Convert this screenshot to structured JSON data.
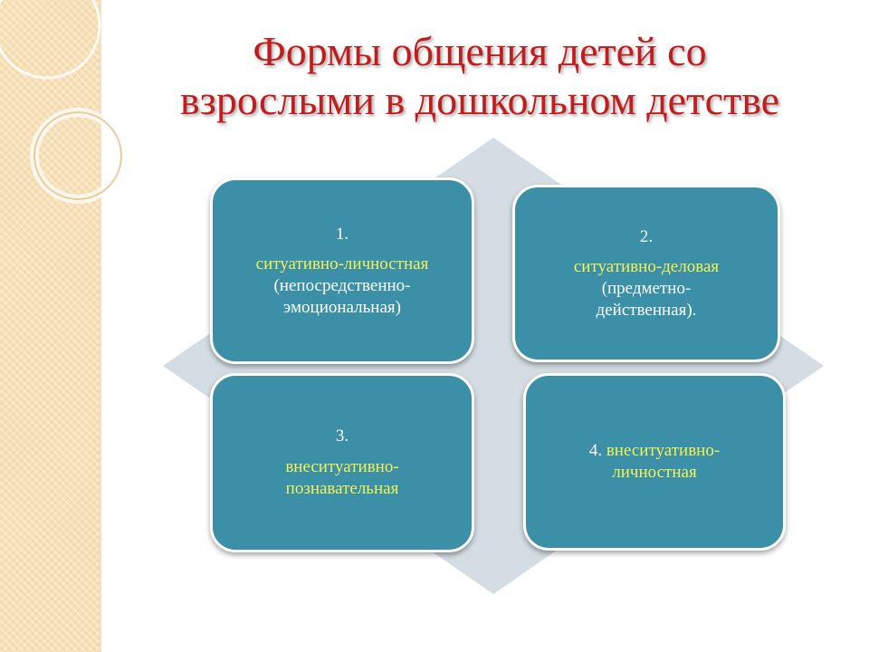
{
  "title": {
    "line1": "Формы общения детей со",
    "line2": "взрослыми в дошкольном детстве"
  },
  "boxes": [
    {
      "number": "1.",
      "highlight": "ситуативно-личностная",
      "detail1": "(непосредственно-",
      "detail2": "эмоциональная)"
    },
    {
      "number": "2.",
      "highlight": "ситуативно-деловая",
      "detail1": "(предметно-",
      "detail2": "действенная)."
    },
    {
      "number": "3.",
      "highlight1": "внеситуативно-",
      "highlight2": "познавательная"
    },
    {
      "number": "4.",
      "highlight1": "внеситуативно-",
      "highlight2": "личностная"
    }
  ],
  "colors": {
    "title": "#c01e1e",
    "box_fill": "#3b8fa6",
    "highlight_text": "#f2f25a",
    "diamond": "#d3dde3",
    "side_strip": "#f7dfb6"
  }
}
